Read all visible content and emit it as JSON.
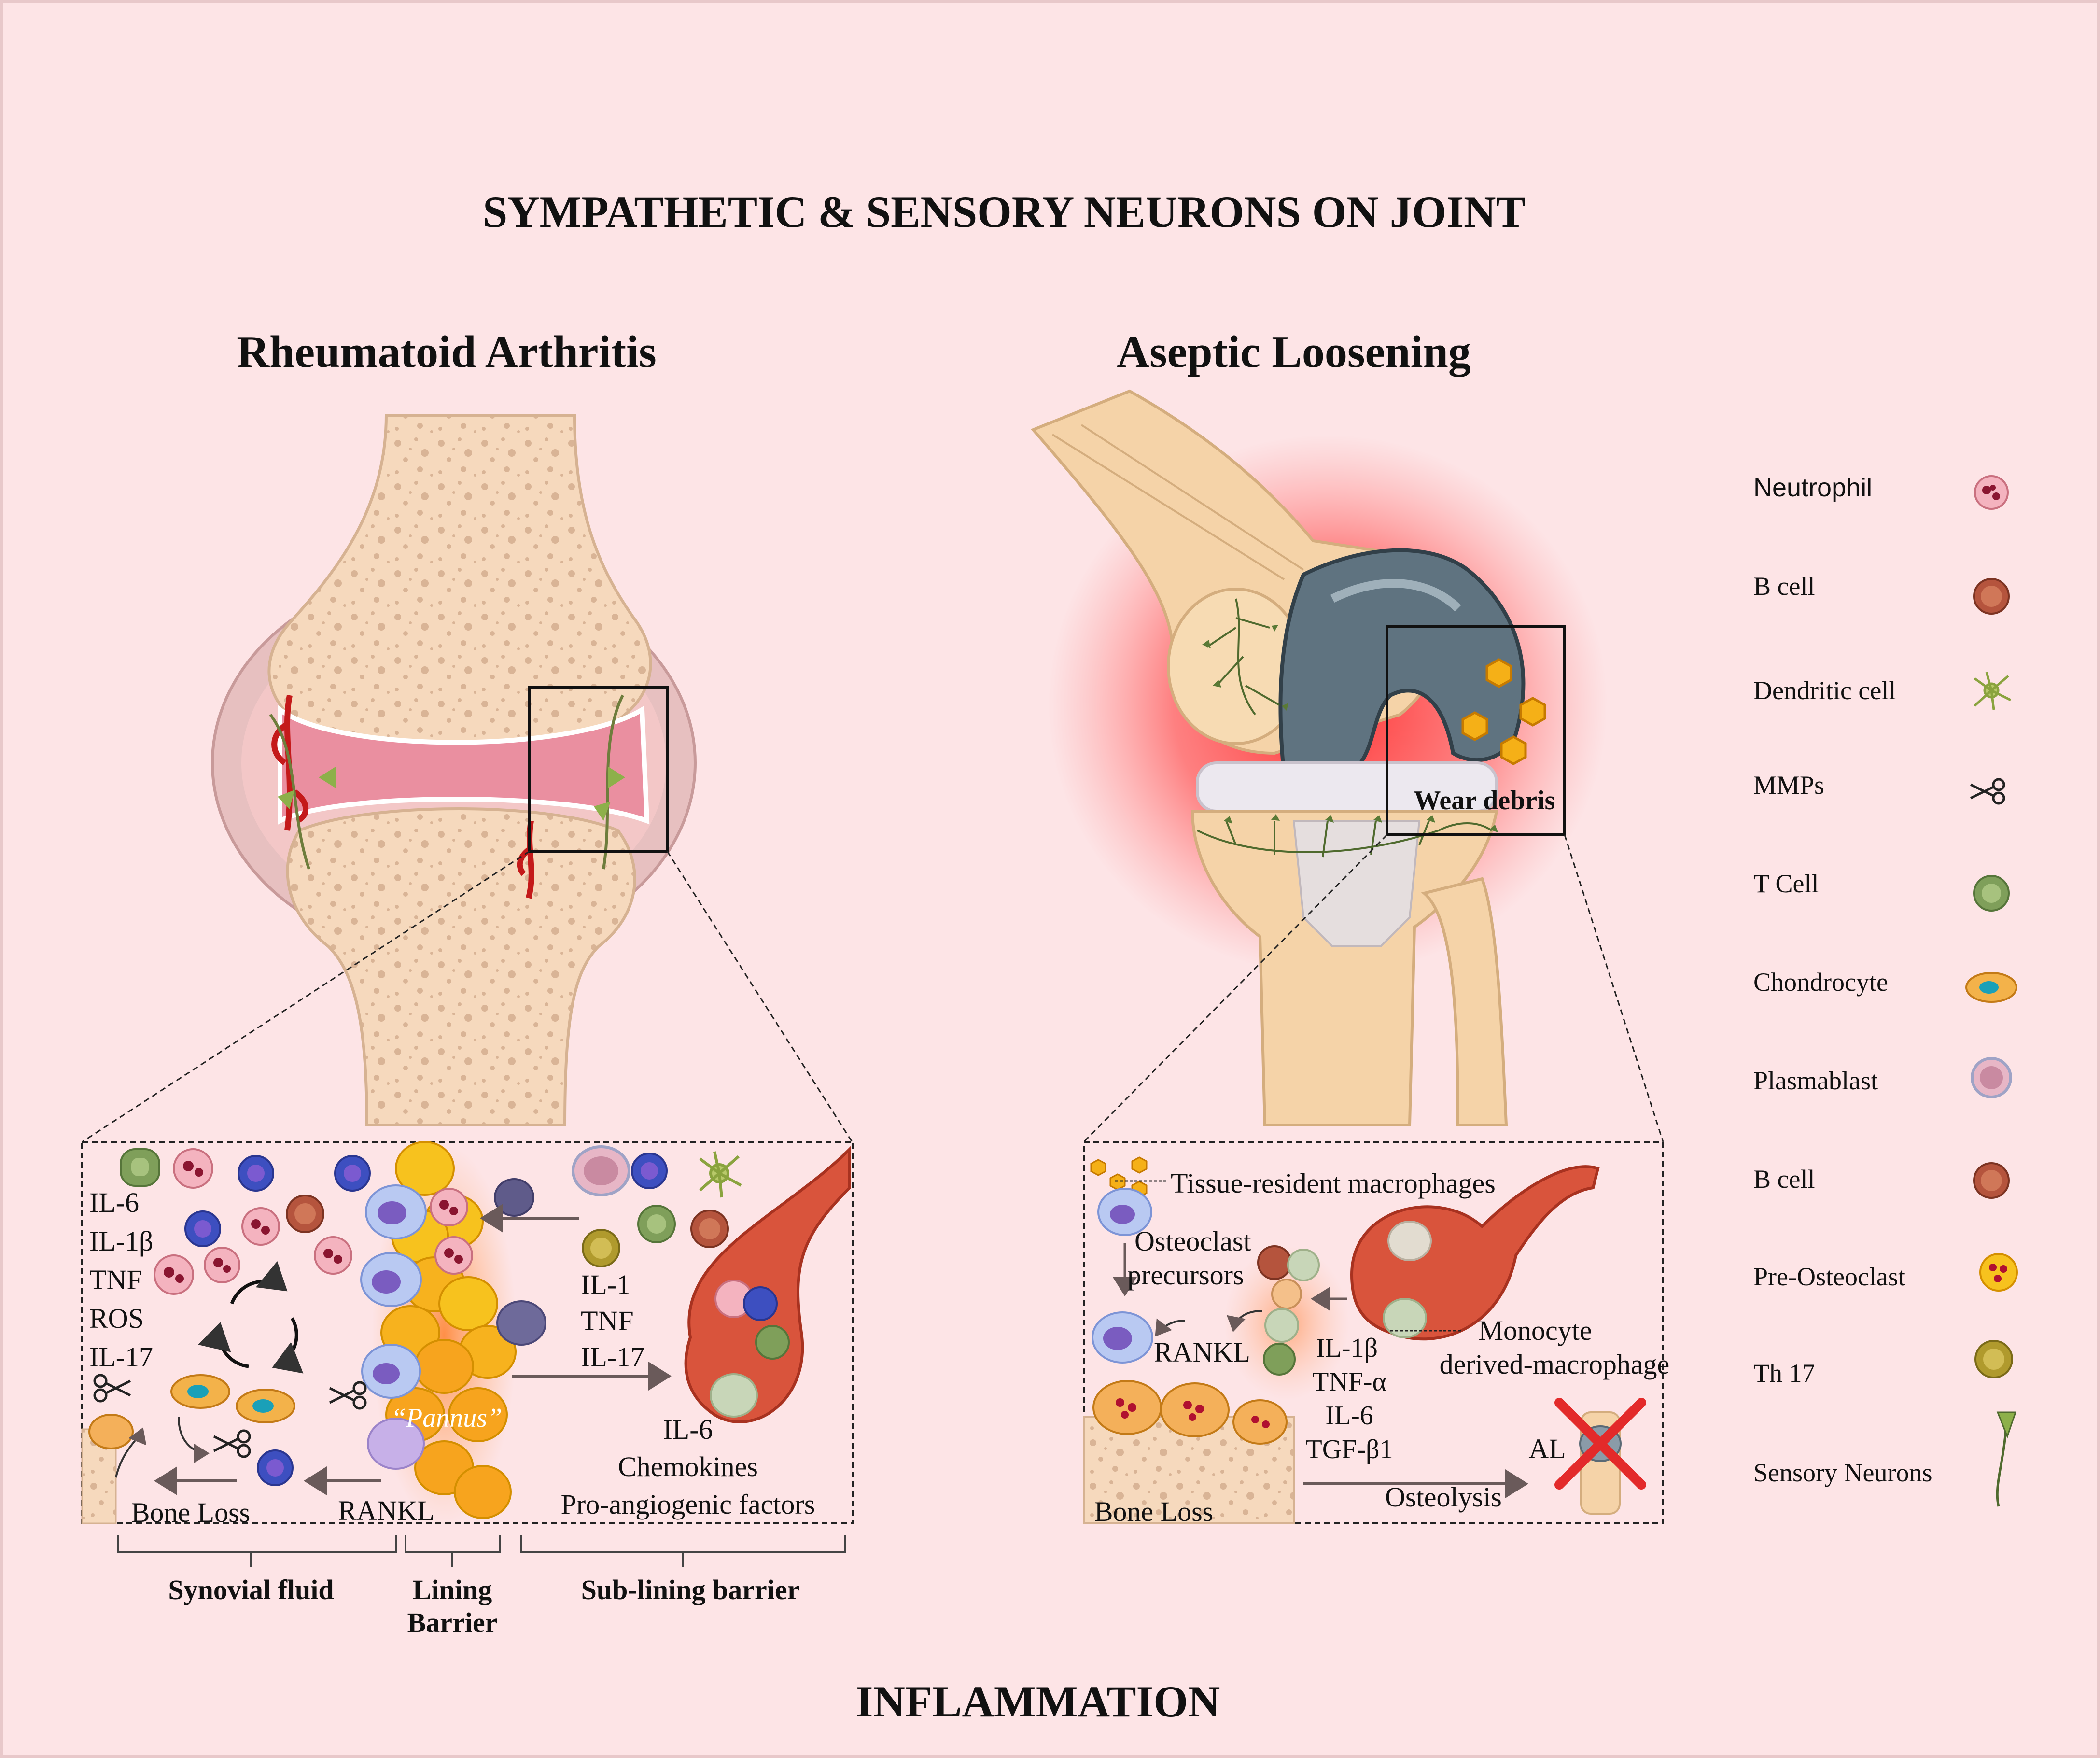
{
  "title": "SYMPATHETIC & SENSORY NEURONS ON JOINT",
  "footer": "INFLAMMATION",
  "ra": {
    "heading": "Rheumatoid Arthritis",
    "cytokines_left": [
      "IL-6",
      "IL-1β",
      "TNF",
      "ROS",
      "IL-17"
    ],
    "cytokines_mid": [
      "IL-1",
      "TNF",
      "IL-17"
    ],
    "pannus": "“Pannus”",
    "right_factors": [
      "IL-6",
      "Chemokines",
      "Pro-angiogenic factors"
    ],
    "bone_loss": "Bone Loss",
    "rankl": "RANKL",
    "regions": {
      "synovial": "Synovial fluid",
      "lining": [
        "Lining",
        "Barrier"
      ],
      "sublining": "Sub-lining barrier"
    }
  },
  "al": {
    "heading": "Aseptic Loosening",
    "wear_debris": "Wear debris",
    "tissue_resident": "Tissue-resident macrophages",
    "osteoclast_precursors": [
      "Osteoclast",
      "precursors"
    ],
    "rankl": "RANKL",
    "cytokines": [
      "IL-1β",
      "TNF-α",
      "IL-6",
      "TGF-β1"
    ],
    "monocyte": [
      "Monocyte",
      "derived-macrophage"
    ],
    "osteolysis": "Osteolysis",
    "al_label": "AL",
    "bone_loss": "Bone Loss"
  },
  "legend": [
    {
      "label": "Neutrophil",
      "icon": "neutrophil-icon"
    },
    {
      "label": "B cell",
      "icon": "b-cell-icon"
    },
    {
      "label": "Dendritic cell",
      "icon": "dendritic-cell-icon"
    },
    {
      "label": "MMPs",
      "icon": "scissors-icon"
    },
    {
      "label": "T Cell",
      "icon": "t-cell-icon"
    },
    {
      "label": "Chondrocyte",
      "icon": "chondrocyte-icon"
    },
    {
      "label": "Plasmablast",
      "icon": "plasmablast-icon"
    },
    {
      "label": "B cell",
      "icon": "b-cell-icon"
    },
    {
      "label": "Pre-Osteoclast",
      "icon": "pre-osteoclast-icon"
    },
    {
      "label": "Th 17",
      "icon": "th17-icon"
    },
    {
      "label": "Sensory Neurons",
      "icon": "sensory-neuron-icon"
    }
  ],
  "colors": {
    "background": "#fde4e6",
    "bone": "#f6d9bd",
    "cartilage": "#e9889a",
    "implant": "#5f7380",
    "glow": "#ff3030",
    "neutrophil": "#f4b3bf",
    "b_cell": "#b5543d",
    "t_cell": "#7f9f5a",
    "th17": "#b09a2d",
    "pannus": "#f7b21e"
  }
}
